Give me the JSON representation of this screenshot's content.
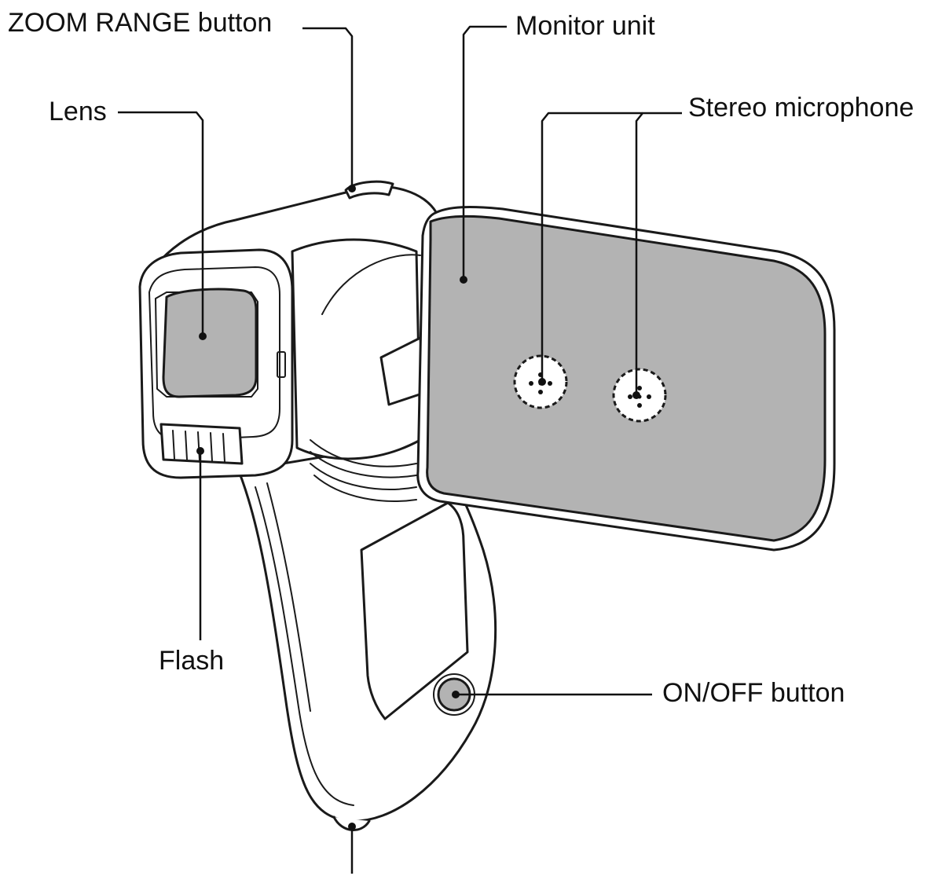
{
  "labels": {
    "zoom_range": "ZOOM RANGE button",
    "monitor_unit": "Monitor unit",
    "lens": "Lens",
    "stereo_microphone": "Stereo microphone",
    "flash": "Flash",
    "on_off": "ON/OFF button"
  },
  "colors": {
    "line": "#1a1a1a",
    "gray_fill": "#b3b3b3",
    "background": "#ffffff"
  }
}
